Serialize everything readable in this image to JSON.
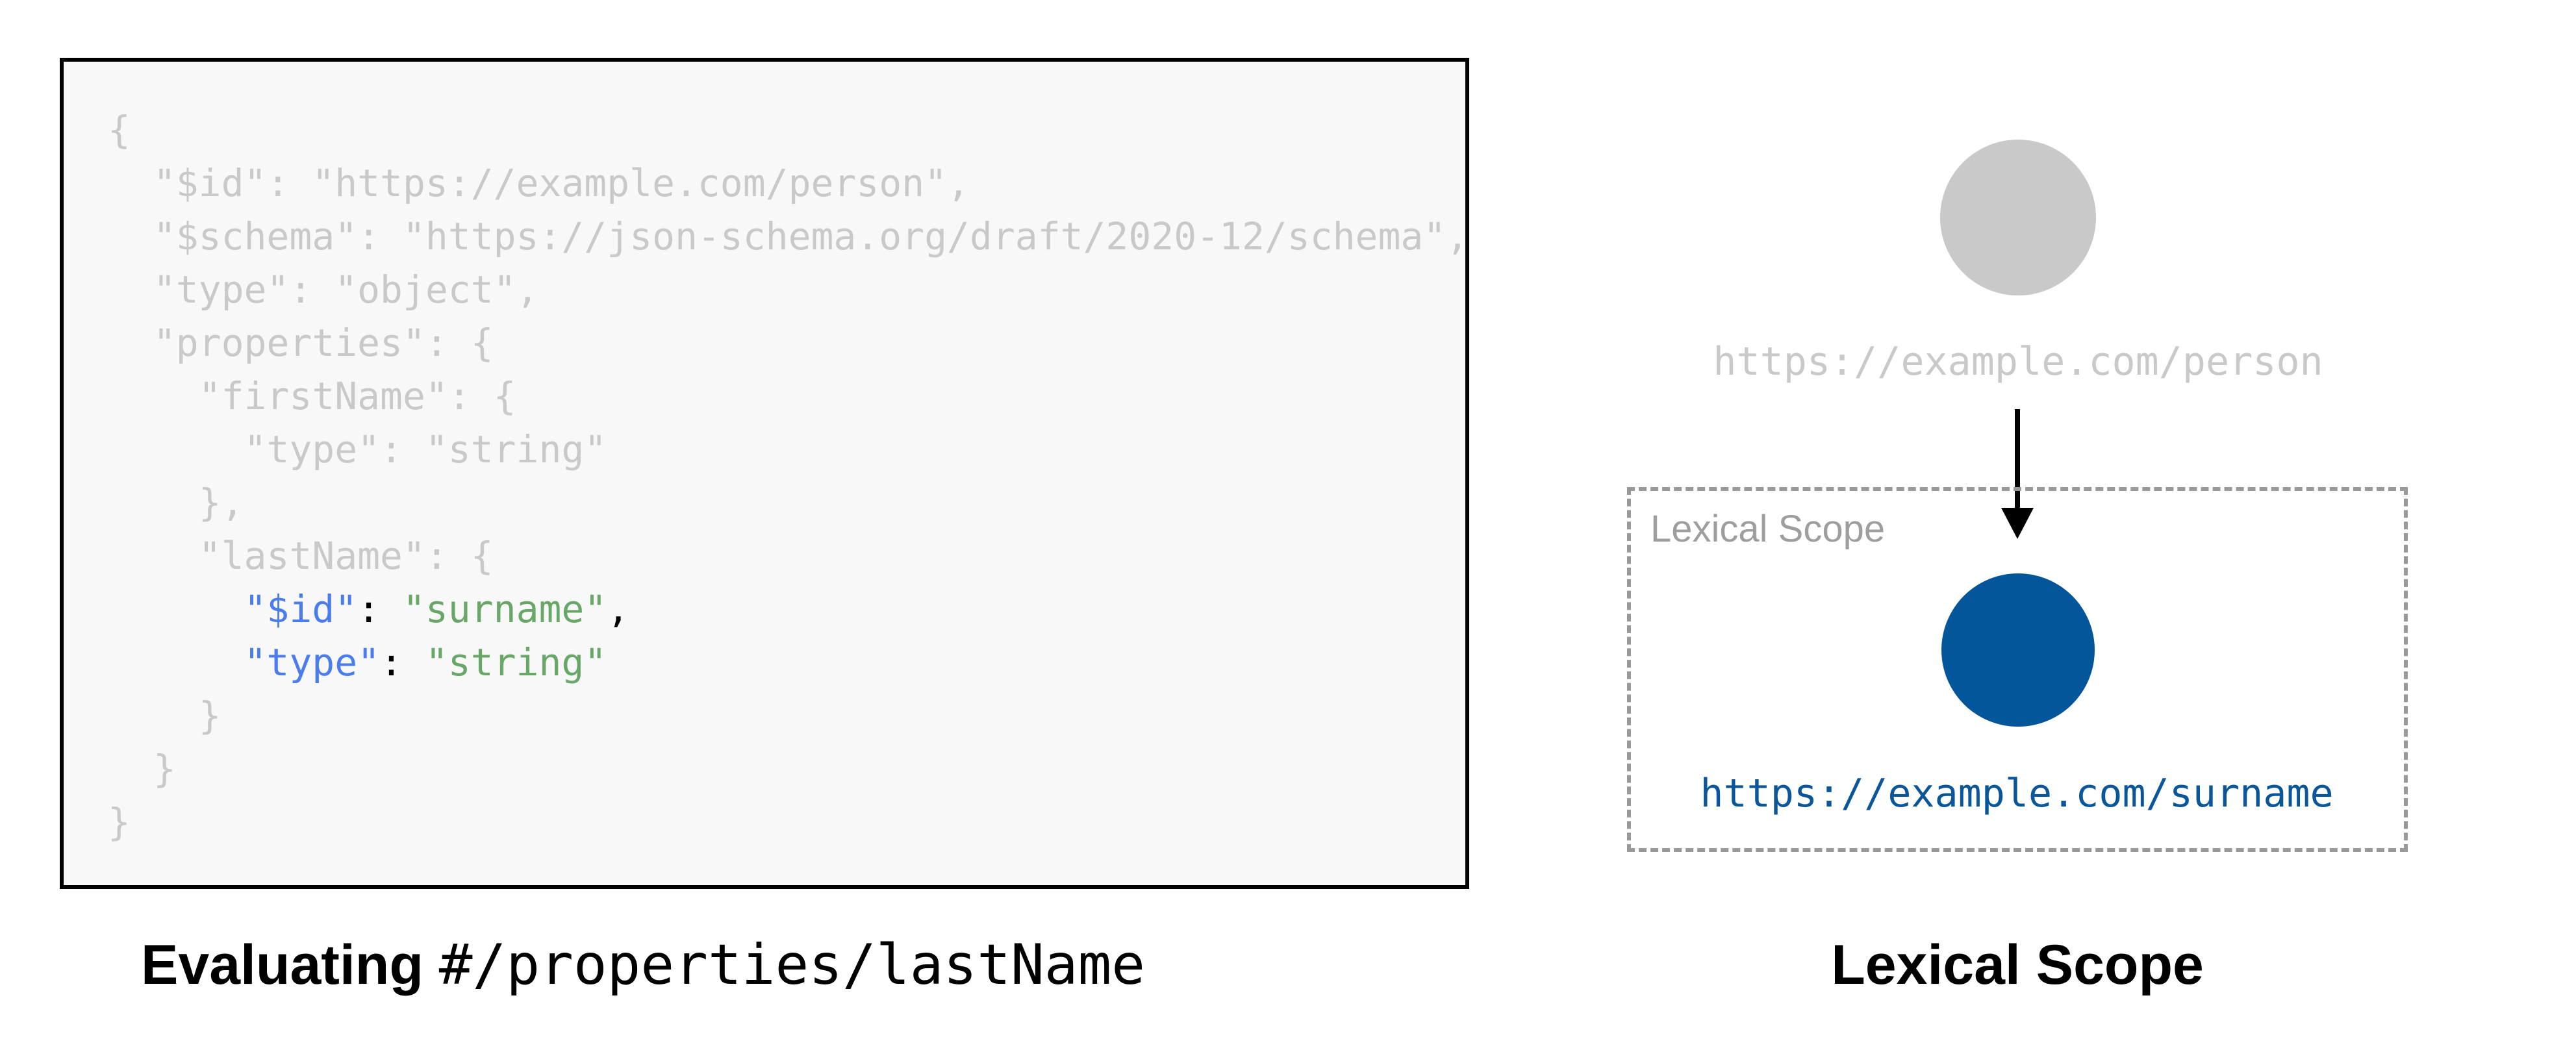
{
  "colors": {
    "code-dim": "#c9c9c9",
    "code-key": "#4a7deb",
    "code-str": "#69a769",
    "code-pun": "#000000",
    "panel-bg": "#f8f8f8",
    "panel-border": "#000000",
    "node-gray": "#c9c9c9",
    "node-blue": "#04569b",
    "link-blue": "#0a569b",
    "scope-border": "#999999",
    "scope-label": "#9e9e9e",
    "caption": "#000000"
  },
  "left_panel": {
    "caption_bold": "Evaluating ",
    "caption_mono": "#/properties/lastName",
    "code_lines": [
      [
        {
          "t": "{",
          "c": "dim"
        }
      ],
      [
        {
          "t": "  \"$id\": \"https://example.com/person\",",
          "c": "dim"
        }
      ],
      [
        {
          "t": "  \"$schema\": \"https://json-schema.org/draft/2020-12/schema\",",
          "c": "dim"
        }
      ],
      [
        {
          "t": "  \"type\": \"object\",",
          "c": "dim"
        }
      ],
      [
        {
          "t": "  \"properties\": {",
          "c": "dim"
        }
      ],
      [
        {
          "t": "    \"firstName\": {",
          "c": "dim"
        }
      ],
      [
        {
          "t": "      \"type\": \"string\"",
          "c": "dim"
        }
      ],
      [
        {
          "t": "    },",
          "c": "dim"
        }
      ],
      [
        {
          "t": "    \"lastName\": {",
          "c": "dim"
        }
      ],
      [
        {
          "t": "      ",
          "c": "dim"
        },
        {
          "t": "\"$id\"",
          "c": "key"
        },
        {
          "t": ": ",
          "c": "pun"
        },
        {
          "t": "\"surname\"",
          "c": "str"
        },
        {
          "t": ",",
          "c": "pun"
        }
      ],
      [
        {
          "t": "      ",
          "c": "dim"
        },
        {
          "t": "\"type\"",
          "c": "key"
        },
        {
          "t": ": ",
          "c": "pun"
        },
        {
          "t": "\"string\"",
          "c": "str"
        }
      ],
      [
        {
          "t": "    }",
          "c": "dim"
        }
      ],
      [
        {
          "t": "  }",
          "c": "dim"
        }
      ],
      [
        {
          "t": "}",
          "c": "dim"
        }
      ]
    ]
  },
  "right_diagram": {
    "parent_uri": "https://example.com/person",
    "scope_label": "Lexical Scope",
    "child_uri": "https://example.com/surname",
    "caption": "Lexical Scope"
  }
}
